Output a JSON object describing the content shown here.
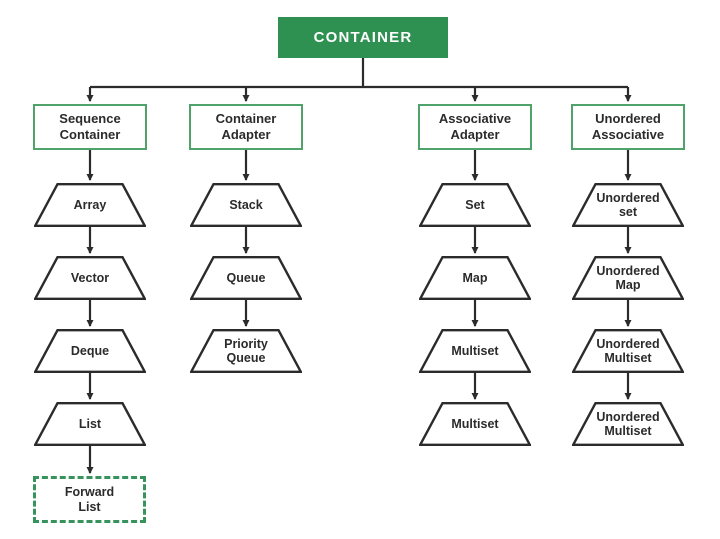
{
  "root": {
    "label": "CONTAINER"
  },
  "columns": [
    {
      "header": "Sequence Container",
      "items": [
        "Array",
        "Vector",
        "Deque",
        "List"
      ],
      "dashed_item": "Forward List"
    },
    {
      "header": "Container Adapter",
      "items": [
        "Stack",
        "Queue",
        "Priority Queue"
      ]
    },
    {
      "header": "Associative Adapter",
      "items": [
        "Set",
        "Map",
        "Multiset",
        "Multiset"
      ]
    },
    {
      "header": "Unordered Associative",
      "items": [
        "Unordered set",
        "Unordered Map",
        "Unordered Multiset",
        "Unordered Multiset"
      ]
    }
  ],
  "colors": {
    "root_bg": "#2E9152",
    "root_text": "#FFFFFF",
    "box_border": "#4FA36A",
    "dashed_border": "#35935B",
    "line": "#2B2B2B",
    "label": "#2B2B2B",
    "canvas_bg": "#FFFFFF"
  }
}
